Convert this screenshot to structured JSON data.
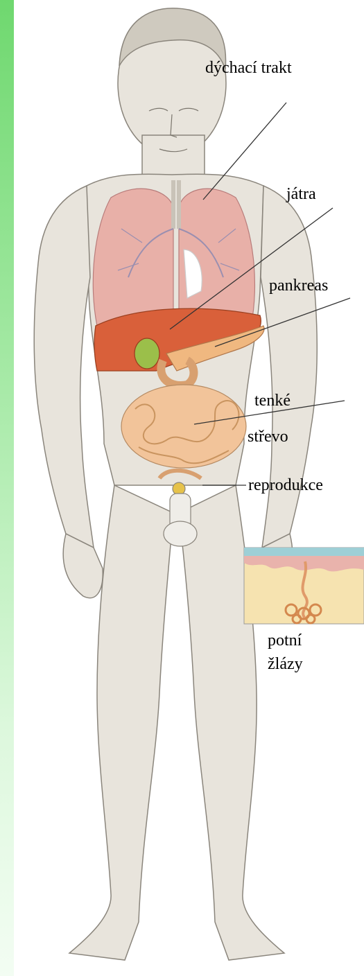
{
  "labels": {
    "respiratory": "dýchací trakt",
    "liver": "játra",
    "pancreas": "pankreas",
    "small_intestine_1": "tenké",
    "small_intestine_2": "střevo",
    "reproduction": "reprodukce",
    "sweat_glands_1": "potní",
    "sweat_glands_2": "žlázy"
  },
  "colors": {
    "sidebar": "#8fe28f",
    "skin": "#e8e4dc",
    "lungs": "#e8a8a0",
    "liver": "#d9603a",
    "gallbladder": "#9bbf4a",
    "intestine": "#f2c49a",
    "inset_skin": "#e9b3ac",
    "inset_tissue": "#f6e3b0"
  }
}
